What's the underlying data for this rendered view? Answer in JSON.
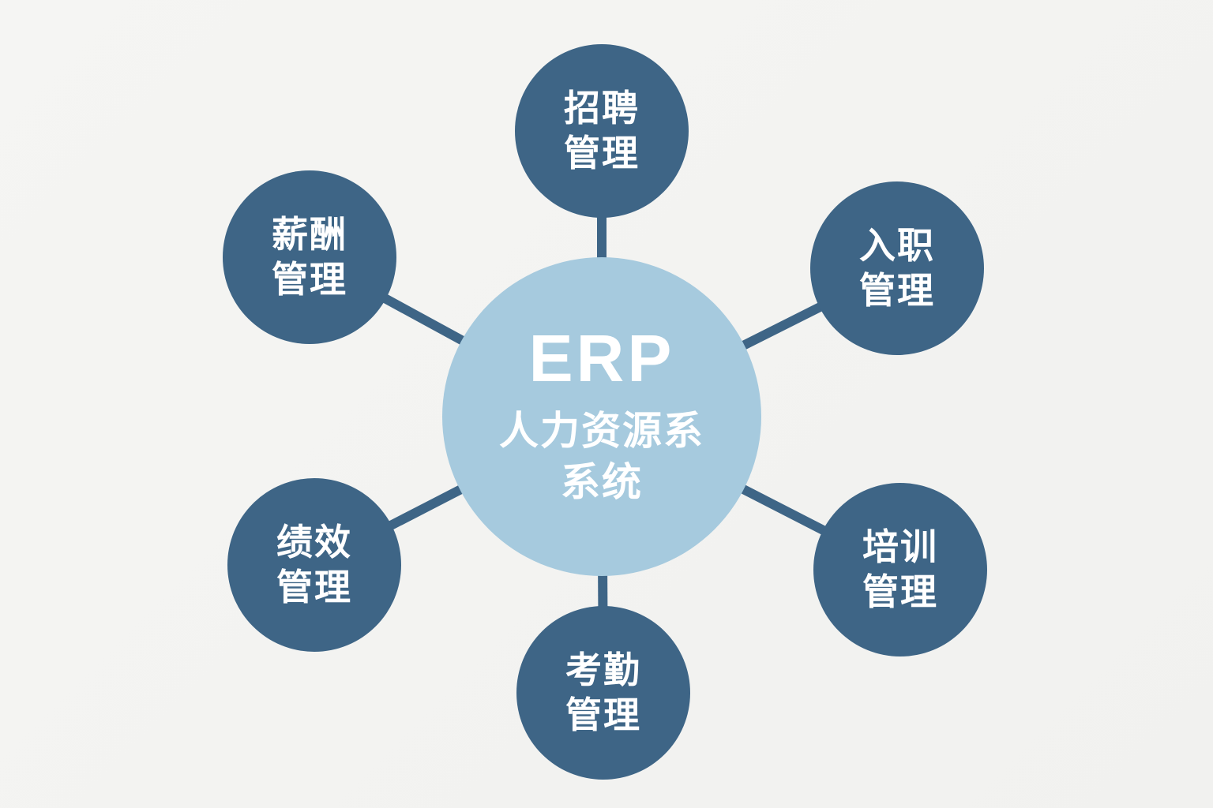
{
  "diagram": {
    "center": {
      "title": "ERP",
      "subtitle_line1": "人力资源系",
      "subtitle_line2": "系统"
    },
    "nodes": [
      {
        "id": "recruitment",
        "line1": "招聘",
        "line2": "管理"
      },
      {
        "id": "onboarding",
        "line1": "入职",
        "line2": "管理"
      },
      {
        "id": "training",
        "line1": "培训",
        "line2": "管理"
      },
      {
        "id": "attendance",
        "line1": "考勤",
        "line2": "管理"
      },
      {
        "id": "performance",
        "line1": "绩效",
        "line2": "管理"
      },
      {
        "id": "compensation",
        "line1": "薪酬",
        "line2": "管理"
      }
    ],
    "colors": {
      "node_fill": "#3e6586",
      "center_fill": "#a6cade",
      "connector": "#3e6586",
      "text": "#ffffff",
      "background": "#f3f3f1"
    }
  }
}
